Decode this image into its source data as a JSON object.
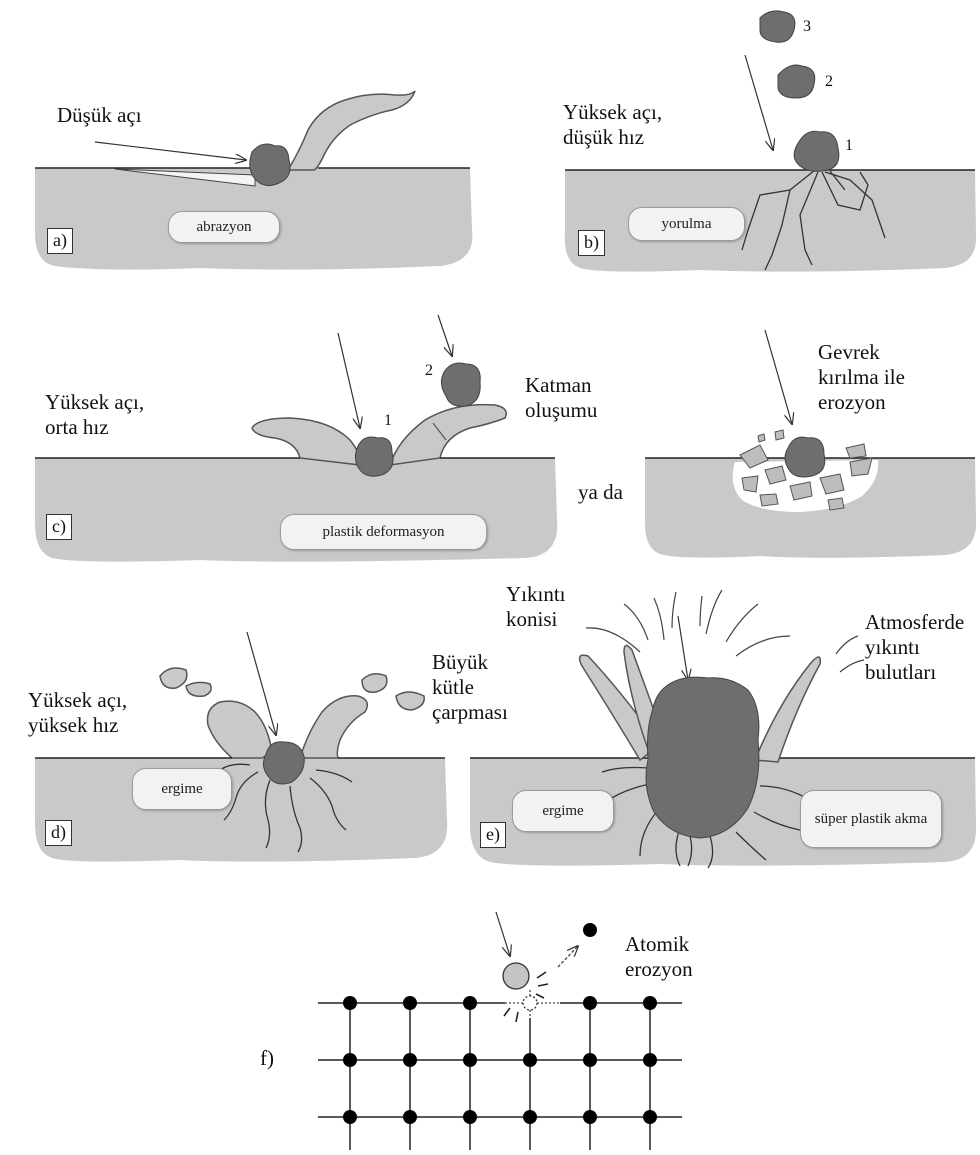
{
  "panels": {
    "a": {
      "tag": "a)",
      "caption": "Düşük açı",
      "process": "abrazyon"
    },
    "b": {
      "tag": "b)",
      "caption": "Yüksek açı,\ndüşük hız",
      "process": "yorulma",
      "particle_labels": [
        "3",
        "2",
        "1"
      ]
    },
    "c": {
      "tag": "c)",
      "caption": "Yüksek açı,\norta hız",
      "process": "plastik deformasyon",
      "layer_label": "Katman\noluşumu",
      "particle_labels": [
        "1",
        "2"
      ]
    },
    "c_alt": {
      "connector": "ya da",
      "caption": "Gevrek\nkırılma ile\nerozyon"
    },
    "d": {
      "tag": "d)",
      "caption": "Yüksek açı,\nyüksek hız",
      "process": "ergime"
    },
    "e": {
      "tag": "e)",
      "caption": "Büyük\nkütle\nçarpması",
      "cone_label": "Yıkıntı\nkonisi",
      "cloud_label": "Atmosferde\nyıkıntı\nbulutları",
      "process_left": "ergime",
      "process_right": "süper plastik\nakma"
    },
    "f": {
      "tag": "f)",
      "caption": "Atomik\nerozyon"
    }
  },
  "colors": {
    "substrate": "#c9c9c9",
    "particle": "#6e6e6e",
    "line": "#222222"
  }
}
